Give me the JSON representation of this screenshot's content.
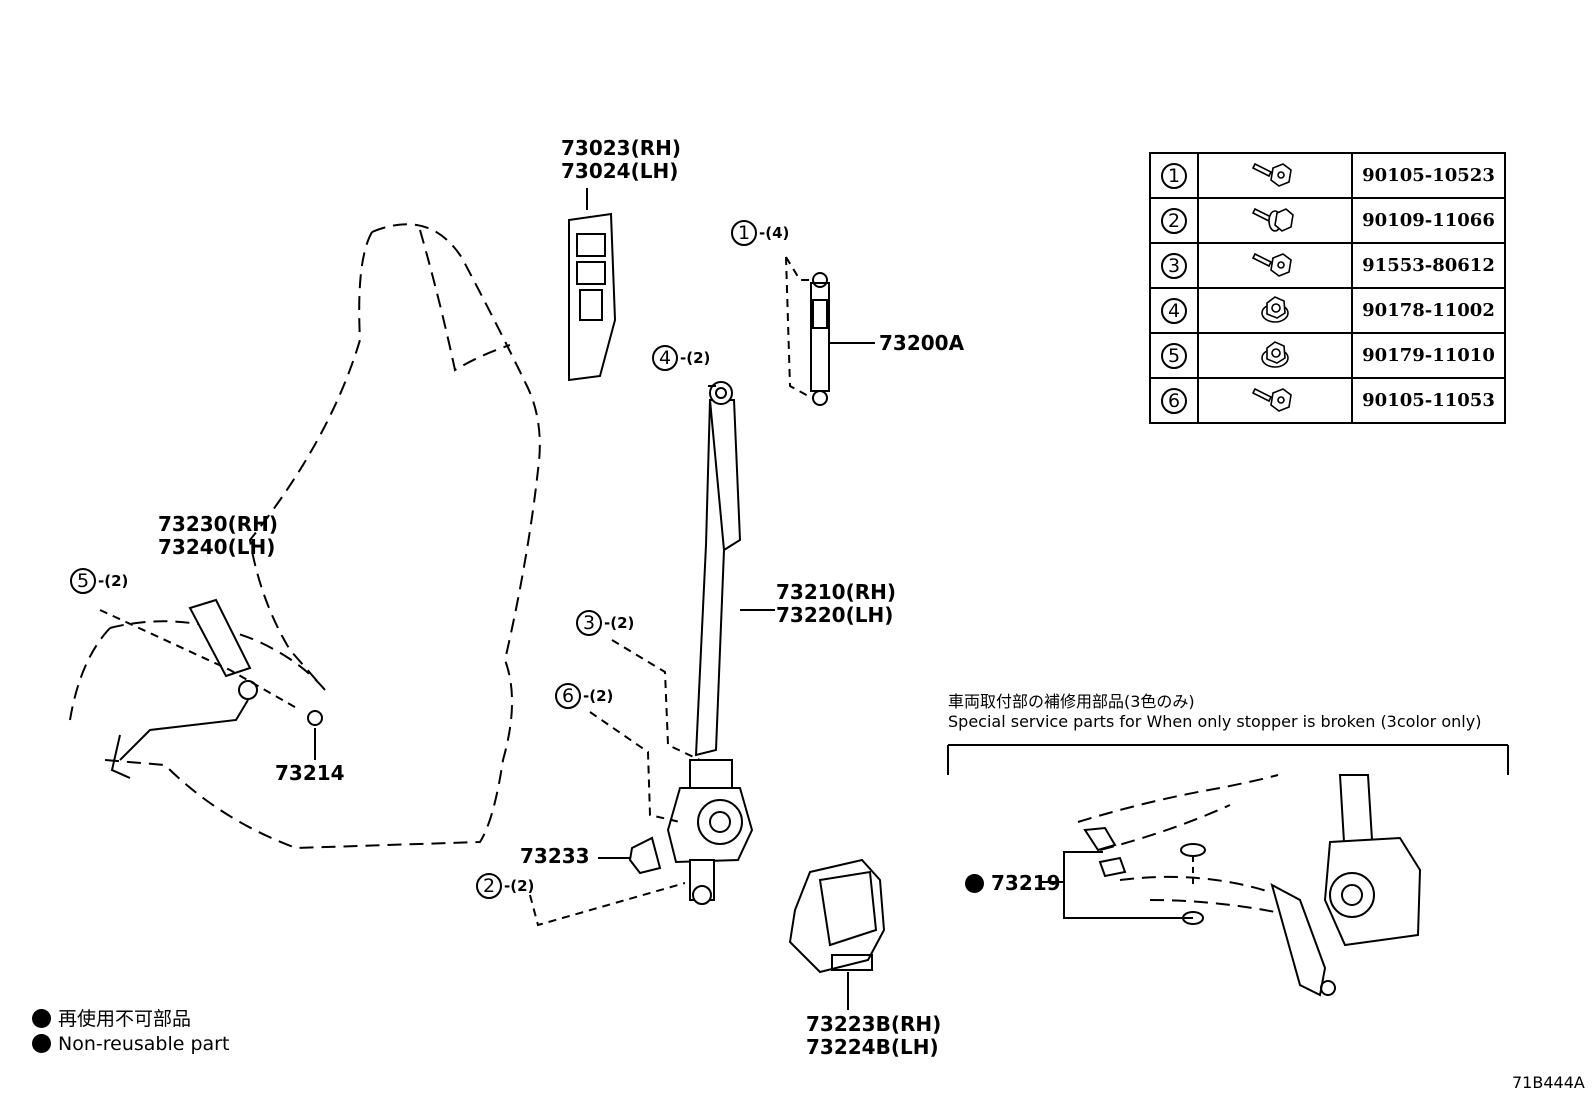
{
  "labels": {
    "pillar_garnish": [
      "73023(RH)",
      "73024(LH)"
    ],
    "adjuster": "73200A",
    "buckle": [
      "73230(RH)",
      "73240(LH)"
    ],
    "washer": "73214",
    "outer_belt": [
      "73210(RH)",
      "73220(LH)"
    ],
    "retractor_cover": "73233",
    "shoulder_cover": [
      "73223B(RH)",
      "73224B(LH)"
    ],
    "stopper_kit": "73219"
  },
  "callouts": {
    "c1": {
      "num": "1",
      "qty": "-(4)"
    },
    "c4": {
      "num": "4",
      "qty": "-(2)"
    },
    "c5": {
      "num": "5",
      "qty": "-(2)"
    },
    "c3": {
      "num": "3",
      "qty": "-(2)"
    },
    "c6": {
      "num": "6",
      "qty": "-(2)"
    },
    "c2": {
      "num": "2",
      "qty": "-(2)"
    }
  },
  "fastener_table": [
    {
      "num": "1",
      "icon": "bolt-icon",
      "part": "90105-10523"
    },
    {
      "num": "2",
      "icon": "flange-bolt-icon",
      "part": "90109-11066"
    },
    {
      "num": "3",
      "icon": "bolt-icon",
      "part": "91553-80612"
    },
    {
      "num": "4",
      "icon": "nut-icon",
      "part": "90178-11002"
    },
    {
      "num": "5",
      "icon": "nut-icon",
      "part": "90179-11010"
    },
    {
      "num": "6",
      "icon": "bolt-icon",
      "part": "90105-11053"
    }
  ],
  "special_service": {
    "title_jp": "車両取付部の補修用部品(3色のみ)",
    "title_en": "Special service parts for When only stopper is broken (3color only)"
  },
  "legend": {
    "jp": "再使用不可部品",
    "en": "Non-reusable part"
  },
  "diagram_code": "71B444A"
}
